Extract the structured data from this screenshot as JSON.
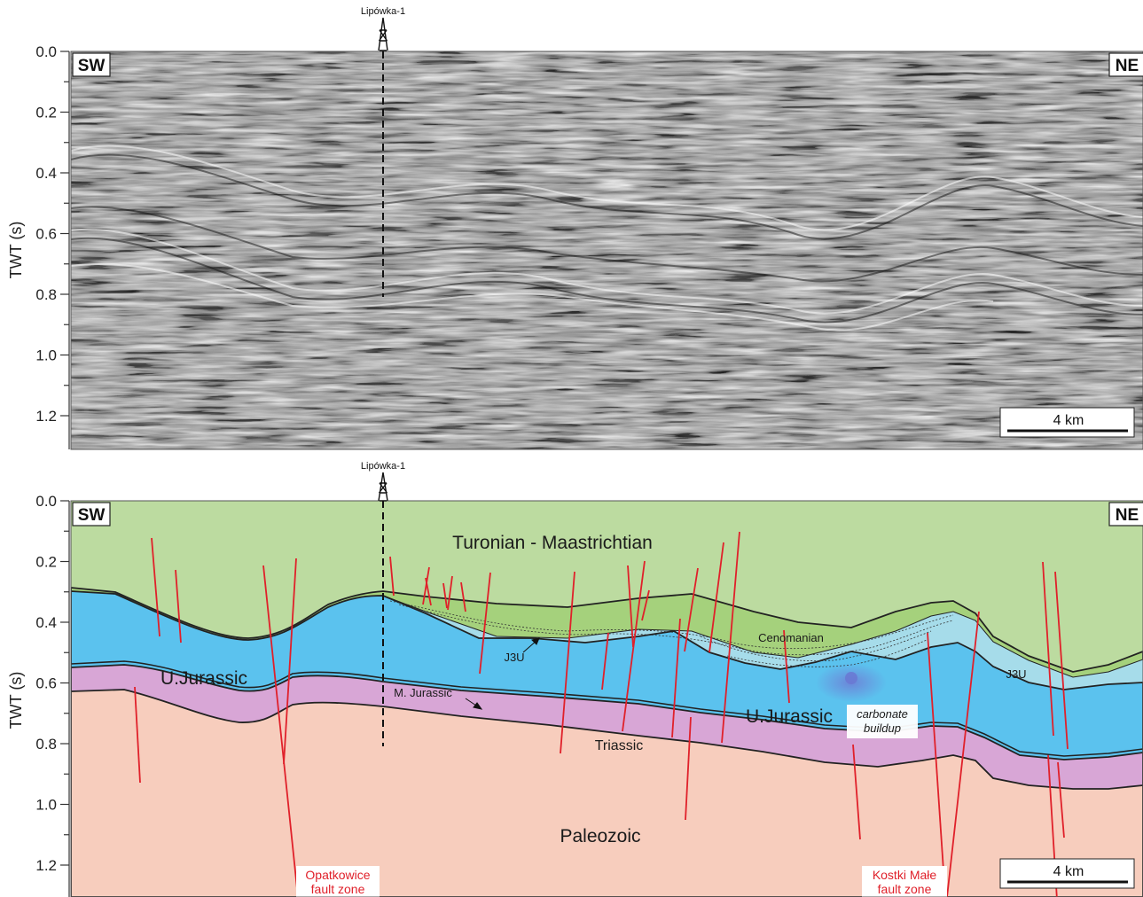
{
  "top_panel": {
    "well": "Lipówka-1",
    "left_direction": "SW",
    "right_direction": "NE",
    "y_axis_title": "TWT (s)",
    "y_ticks": [
      "0.0",
      "0.2",
      "0.4",
      "0.6",
      "0.8",
      "1.0",
      "1.2"
    ],
    "scale_bar": "4 km"
  },
  "bottom_panel": {
    "well": "Lipówka-1",
    "left_direction": "SW",
    "right_direction": "NE",
    "y_axis_title": "TWT (s)",
    "y_ticks": [
      "0.0",
      "0.2",
      "0.4",
      "0.6",
      "0.8",
      "1.0",
      "1.2"
    ],
    "scale_bar": "4 km",
    "units": {
      "turonian": "Turonian - Maastrichtian",
      "cenomanian": "Cenomanian",
      "j3u_left": "J3U",
      "j3u_right": "J3U",
      "ujurassic_left": "U.Jurassic",
      "ujurassic_right": "U.Jurassic",
      "mjurassic": "M. Jurassic",
      "triassic": "Triassic",
      "paleozoic": "Paleozoic",
      "carbonate_1": "carbonate",
      "carbonate_2": "buildup"
    },
    "faults": {
      "opatkowice_1": "Opatkowice",
      "opatkowice_2": "fault zone",
      "kostki_1": "Kostki Małe",
      "kostki_2": "fault zone"
    },
    "colors": {
      "turonian": "#bcdba0",
      "cenomanian": "#a5d17c",
      "j3u": "#a6dcea",
      "ujurassic": "#5bc2ee",
      "triassic": "#d8a6d6",
      "paleozoic": "#f7cdbd",
      "fault": "#e0202a"
    }
  }
}
